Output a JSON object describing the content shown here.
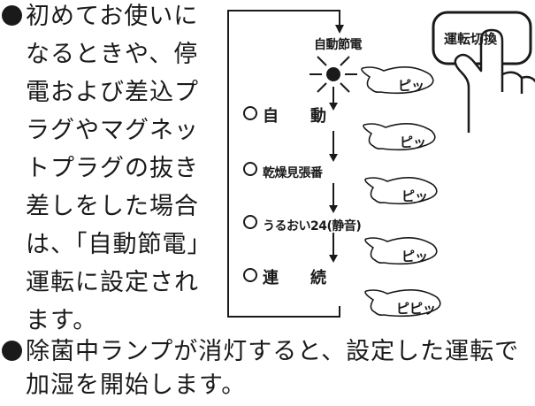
{
  "intro_lines": [
    "初めてお使いに",
    "なるときや、停",
    "電および差込プ",
    "ラグやマグネッ",
    "トプラグの抜き",
    "差しをした場合",
    "は、「自動節電」",
    "運転に設定され",
    "ます。"
  ],
  "button_label": "運転切換",
  "modes": [
    {
      "label": "自動節電",
      "beep": "ピッ"
    },
    {
      "label": "自　　動",
      "beep": "ピッ"
    },
    {
      "label": "乾燥見張番",
      "beep": "ピッ"
    },
    {
      "label": "うるおい24(静音)",
      "beep": "ピッ"
    },
    {
      "label": "連　　続",
      "beep": "ピピッ"
    }
  ],
  "note_lines": [
    "除菌中ランプが消灯すると、設定した運転で",
    "加湿を開始します。"
  ]
}
